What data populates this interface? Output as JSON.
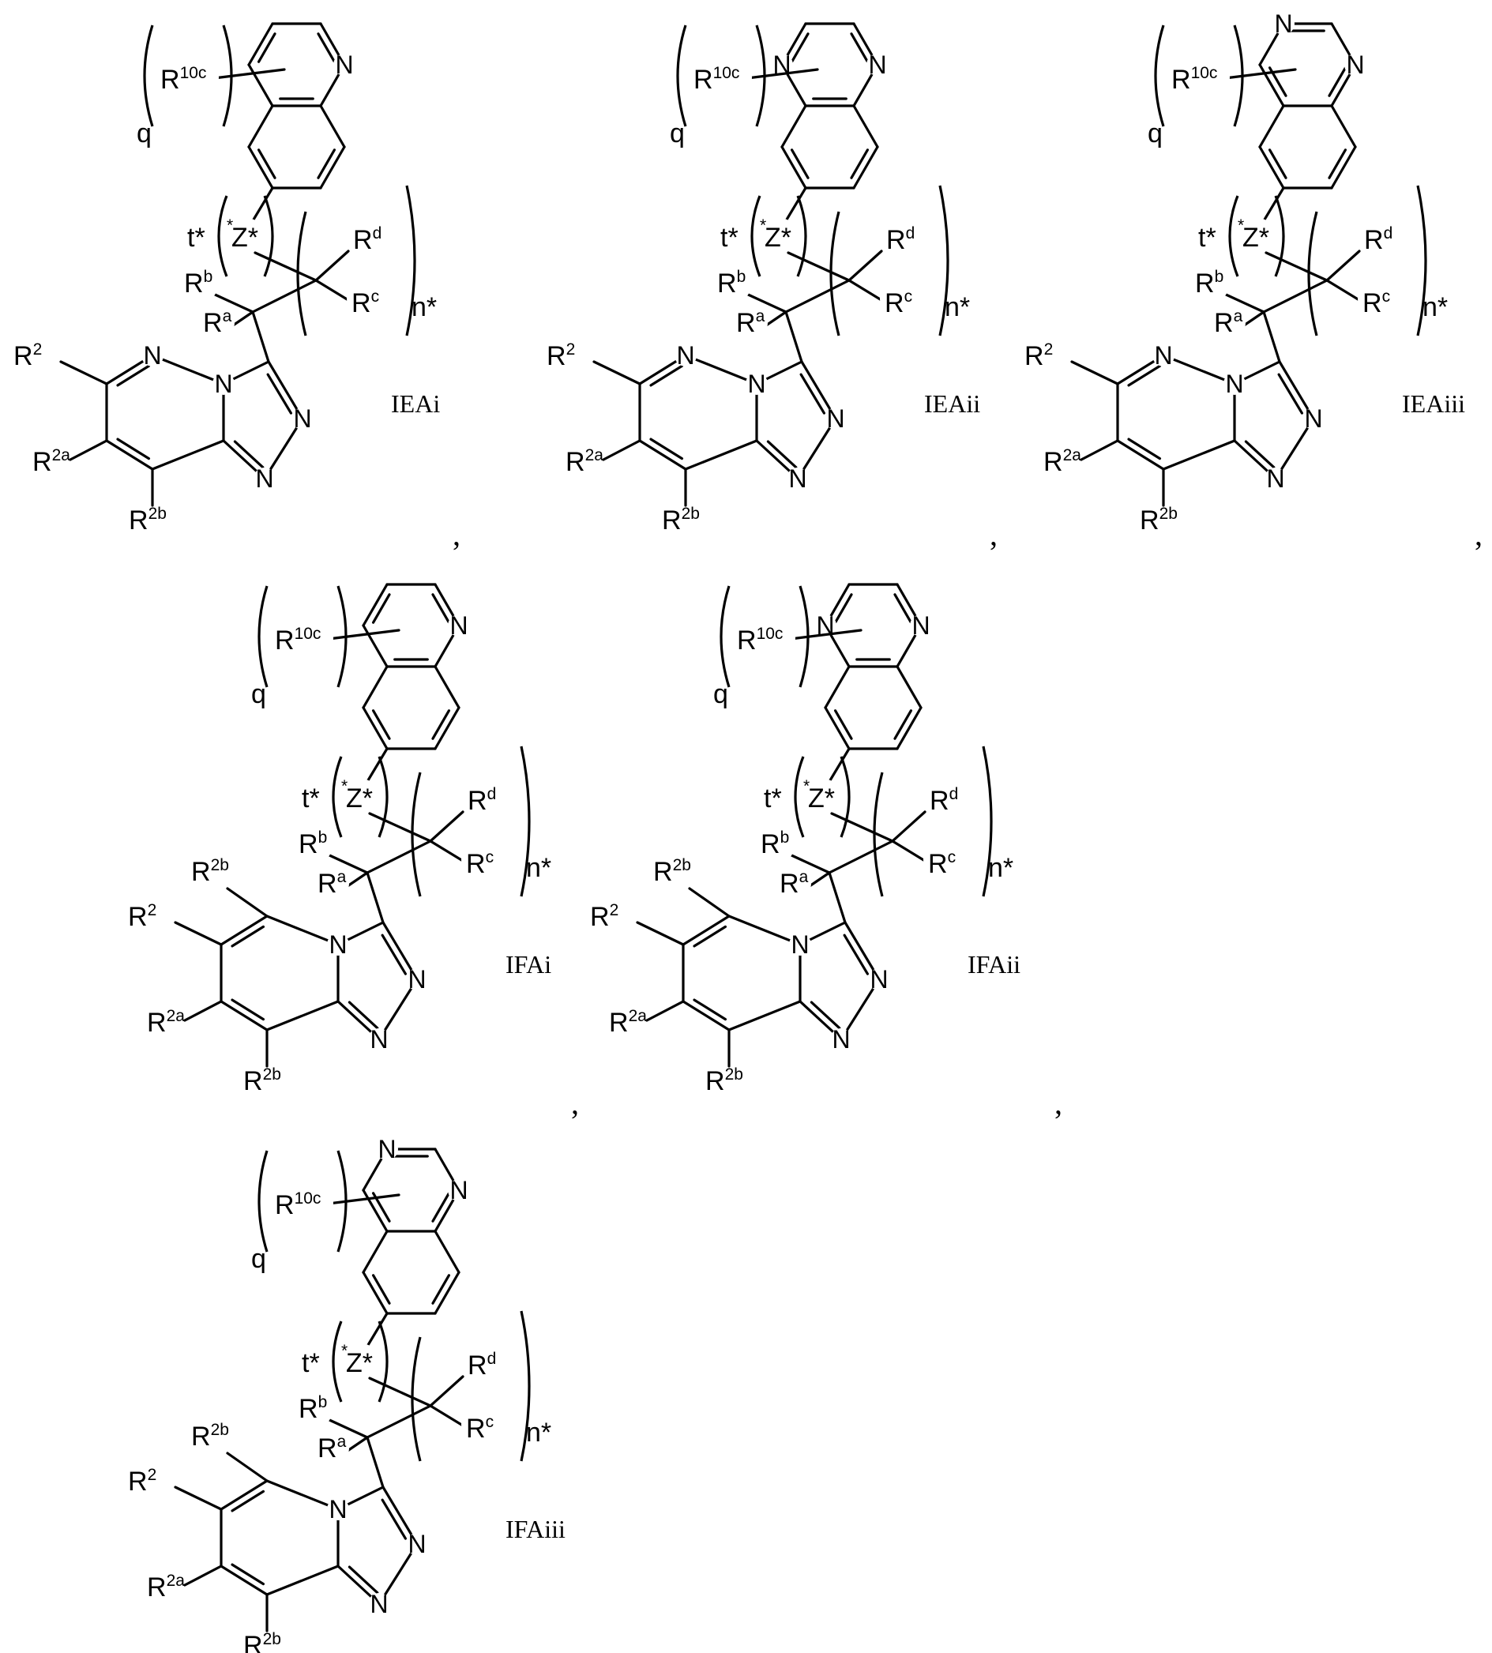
{
  "atoms": {
    "N": "N",
    "Z": "Z",
    "star": "*",
    "q": "q",
    "t": "t",
    "n": "n",
    "R": "R",
    "sup_10c": "10c",
    "sup_a": "a",
    "sup_b": "b",
    "sup_c": "c",
    "sup_d": "d",
    "sup_2": "2",
    "sup_2a": "2a",
    "sup_2b": "2b"
  },
  "compounds": [
    {
      "label": "IEAi",
      "core": "pyridazine-fused",
      "aryl": "quinoline"
    },
    {
      "label": "IEAii",
      "core": "pyridazine-fused",
      "aryl": "quinoxaline"
    },
    {
      "label": "IEAiii",
      "core": "pyridazine-fused",
      "aryl": "quinazoline"
    },
    {
      "label": "IFAi",
      "core": "pyridine-fused",
      "aryl": "quinoline"
    },
    {
      "label": "IFAii",
      "core": "pyridine-fused",
      "aryl": "quinoxaline"
    },
    {
      "label": "IFAiii",
      "core": "pyridine-fused",
      "aryl": "quinazoline"
    }
  ],
  "separator": ","
}
